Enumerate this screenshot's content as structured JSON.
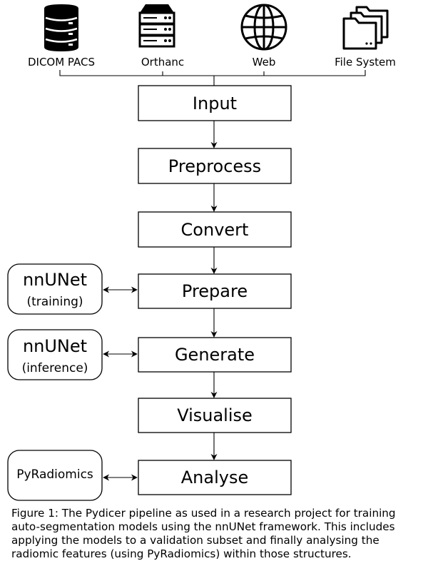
{
  "sources": [
    {
      "label": "DICOM PACS",
      "icon": "database-icon"
    },
    {
      "label": "Orthanc",
      "icon": "server-icon"
    },
    {
      "label": "Web",
      "icon": "globe-icon"
    },
    {
      "label": "File System",
      "icon": "folders-icon"
    }
  ],
  "steps": [
    "Input",
    "Preprocess",
    "Convert",
    "Prepare",
    "Generate",
    "Visualise",
    "Analyse"
  ],
  "tools": [
    {
      "title": "nnUNet",
      "subtitle": "(training)"
    },
    {
      "title": "nnUNet",
      "subtitle": "(inference)"
    },
    {
      "title": "PyRadiomics",
      "subtitle": ""
    }
  ],
  "caption": "Figure 1: The Pydicer pipeline as used in a research project for training auto-segmentation models using the nnUNet framework. This includes applying the models to a validation subset and finally analysing the radiomic features (using PyRadiomics) within those structures."
}
